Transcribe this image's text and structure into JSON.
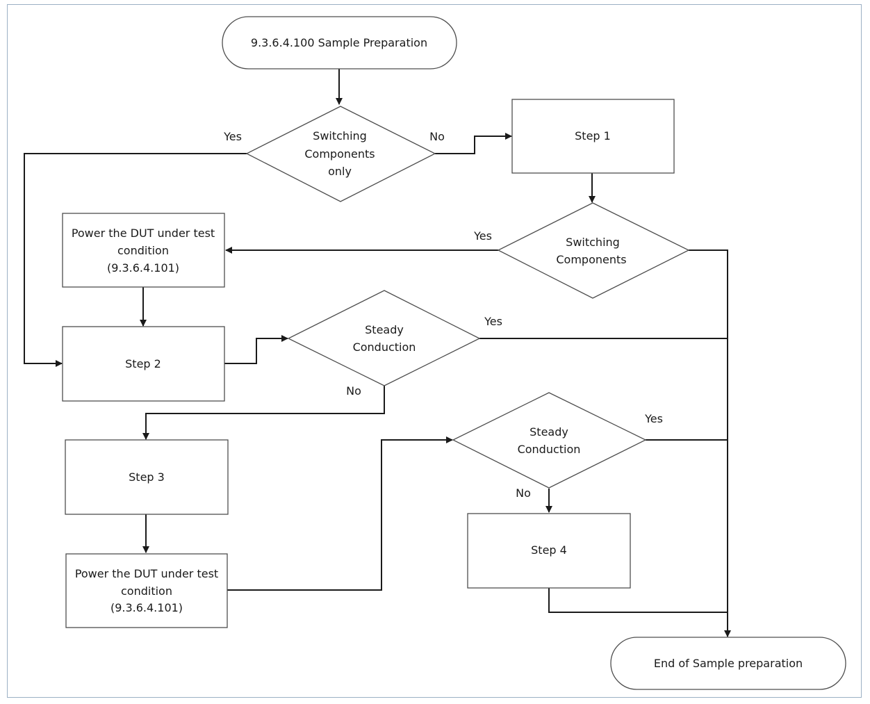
{
  "nodes": {
    "start": "9.3.6.4.100 Sample Preparation",
    "d1": [
      "Switching",
      "Components",
      "only"
    ],
    "step1": "Step 1",
    "d2": [
      "Switching",
      "Components"
    ],
    "power1": [
      "Power the DUT under test",
      "condition",
      "(9.3.6.4.101)"
    ],
    "step2": "Step 2",
    "d3": [
      "Steady",
      "Conduction"
    ],
    "step3": "Step 3",
    "power2": [
      "Power the DUT under test",
      "condition",
      "(9.3.6.4.101)"
    ],
    "d4": [
      "Steady",
      "Conduction"
    ],
    "step4": "Step 4",
    "end": "End of Sample preparation"
  },
  "edge_labels": {
    "d1_yes": "Yes",
    "d1_no": "No",
    "d2_yes": "Yes",
    "d3_yes": "Yes",
    "d3_no": "No",
    "d4_yes": "Yes",
    "d4_no": "No"
  }
}
